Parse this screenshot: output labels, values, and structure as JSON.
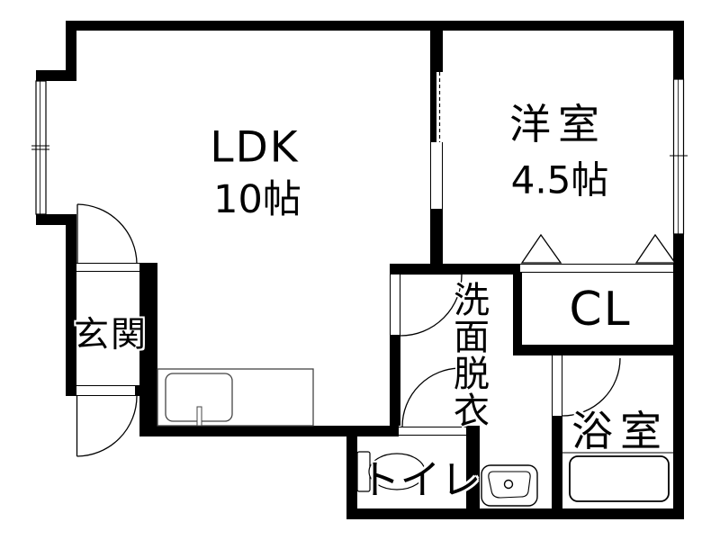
{
  "floorplan": {
    "type": "apartment-floor-plan",
    "rooms": {
      "ldk": {
        "label": "LDK",
        "size": "10帖"
      },
      "western_room": {
        "label": "洋室",
        "size": "4.5帖"
      },
      "entrance": {
        "label": "玄関"
      },
      "closet": {
        "label": "CL"
      },
      "washroom": {
        "label": "洗面脱衣"
      },
      "toilet": {
        "label": "トイレ"
      },
      "bathroom": {
        "label": "浴室"
      }
    },
    "colors": {
      "wall": "#000000",
      "background": "#ffffff",
      "fixture_outline": "#444444",
      "text": "#000000"
    }
  }
}
